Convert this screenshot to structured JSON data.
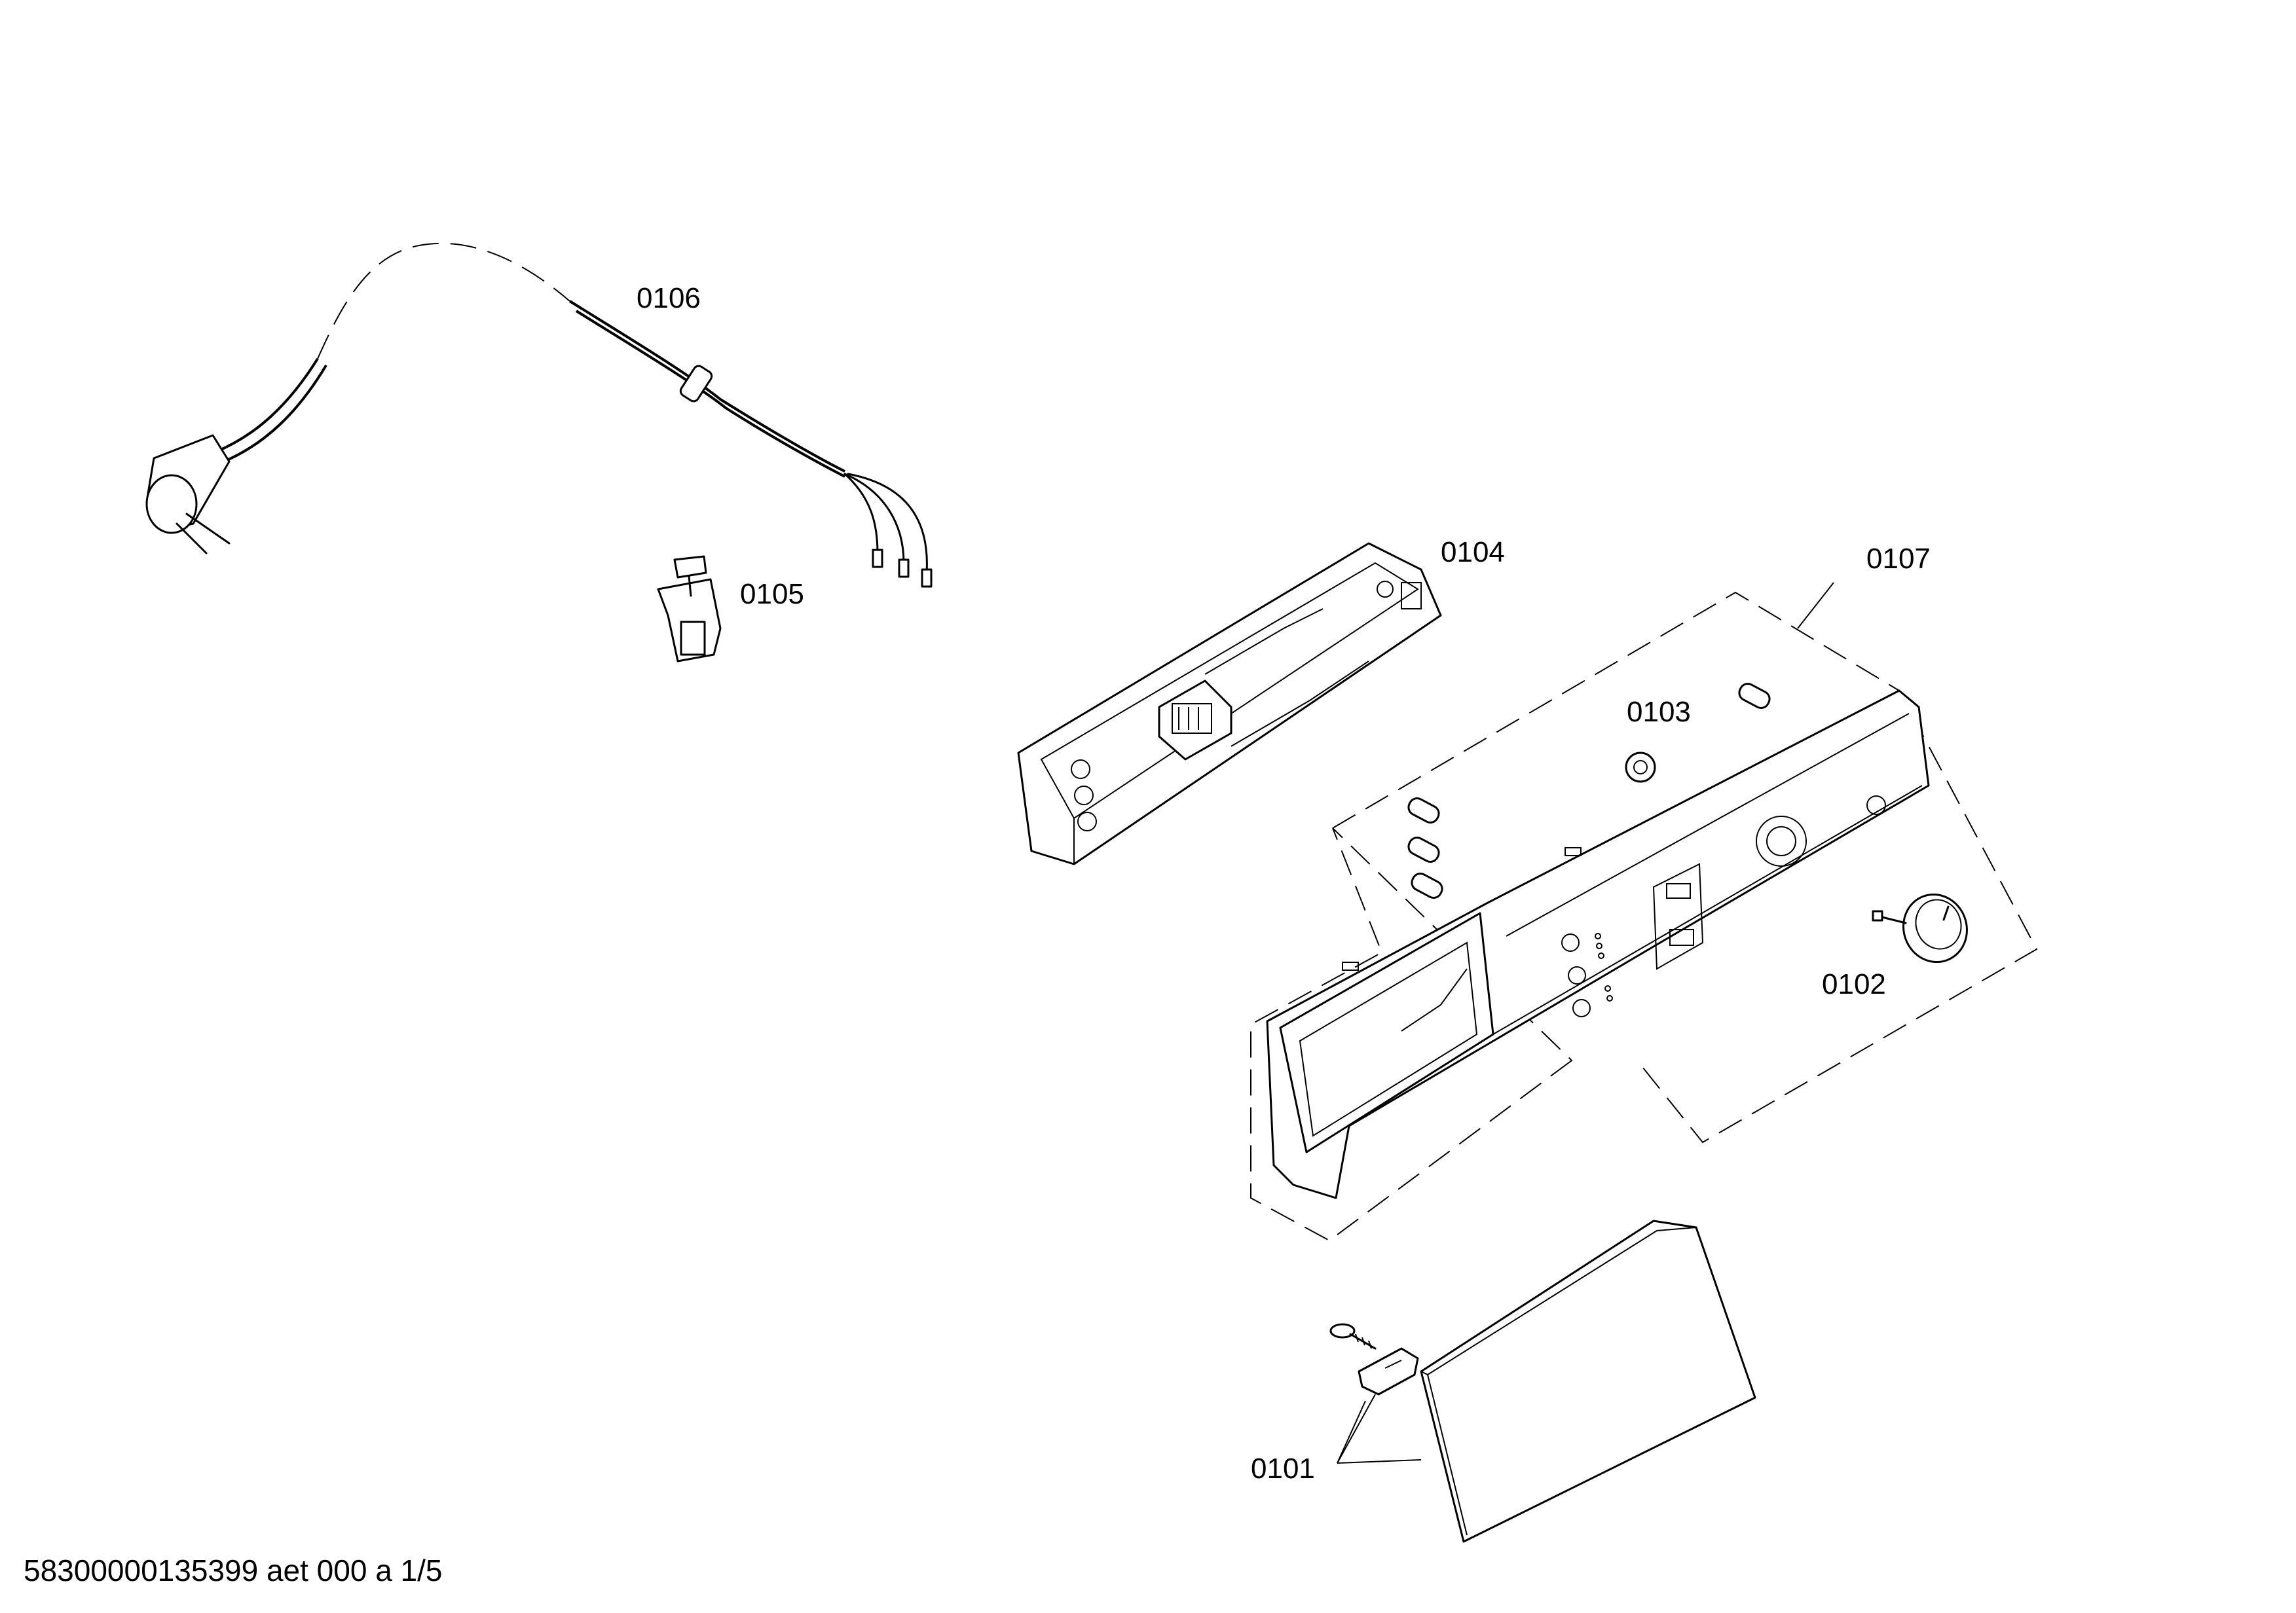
{
  "parts": {
    "p0101": "0101",
    "p0102": "0102",
    "p0103": "0103",
    "p0104": "0104",
    "p0105": "0105",
    "p0106": "0106",
    "p0107": "0107"
  },
  "footer": {
    "document_id": "58300000135399 aet 000 a 1/5"
  }
}
